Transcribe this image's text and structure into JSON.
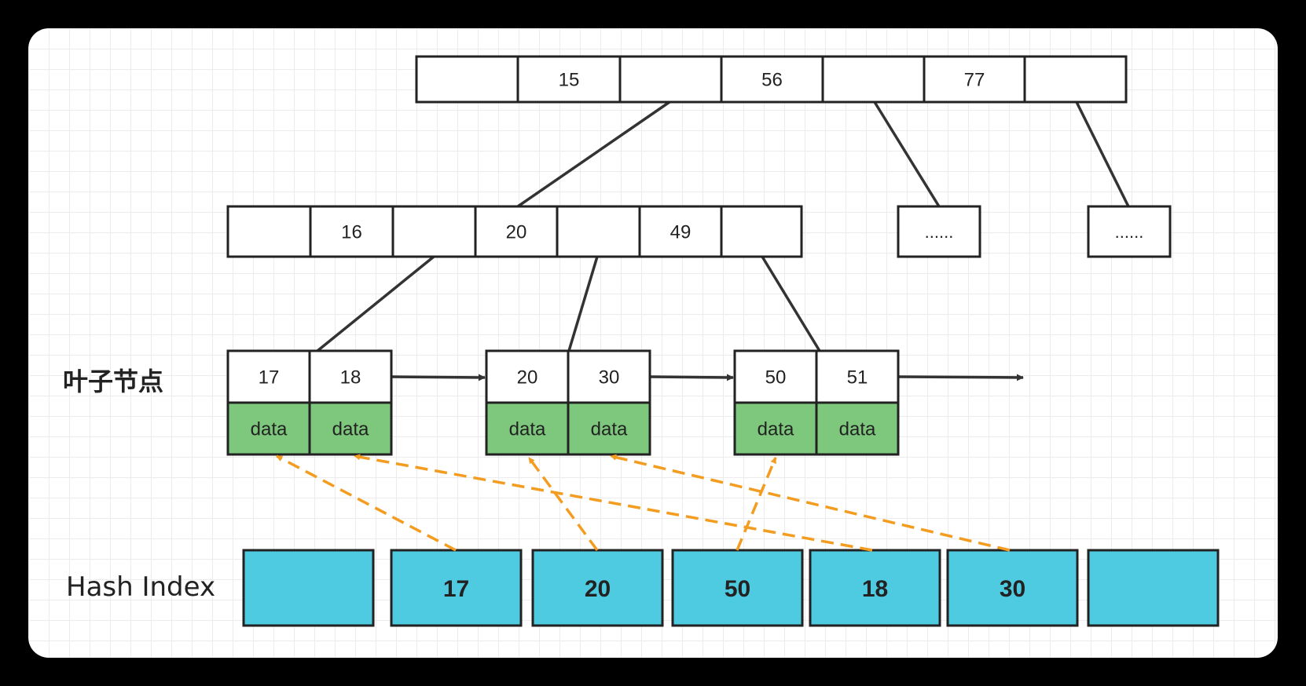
{
  "root_node": [
    "",
    "15",
    "",
    "56",
    "",
    "77",
    ""
  ],
  "internal_node": [
    "",
    "16",
    "",
    "20",
    "",
    "49",
    ""
  ],
  "ellipsis_nodes": [
    "......",
    "......"
  ],
  "leaf_nodes": [
    {
      "keys": [
        "17",
        "18"
      ],
      "data": [
        "data",
        "data"
      ]
    },
    {
      "keys": [
        "20",
        "30"
      ],
      "data": [
        "data",
        "data"
      ]
    },
    {
      "keys": [
        "50",
        "51"
      ],
      "data": [
        "data",
        "data"
      ]
    }
  ],
  "hash_buckets": [
    "",
    "17",
    "20",
    "50",
    "18",
    "30",
    ""
  ],
  "labels": {
    "leaf": "叶子节点",
    "hash": "Hash Index"
  },
  "colors": {
    "data_fill": "#7dc87d",
    "hash_fill": "#4ecbe0",
    "arrow_orange": "#f39c1f",
    "line": "#333333"
  }
}
